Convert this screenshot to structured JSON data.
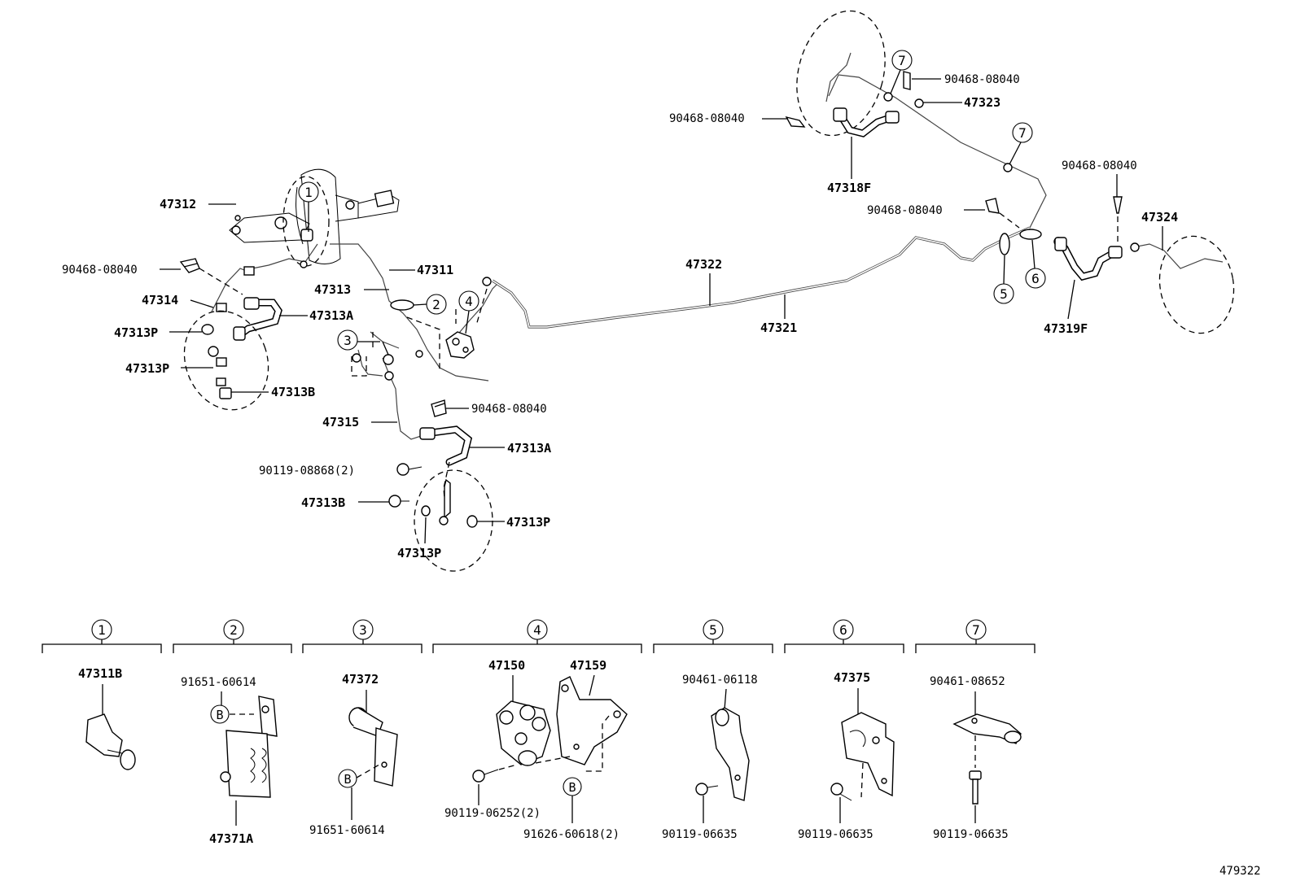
{
  "upper": {
    "p47312": "47312",
    "p47311": "47311",
    "p47313": "47313",
    "p47314": "47314",
    "p47313A_1": "47313A",
    "p47313P_1": "47313P",
    "p47313P_2": "47313P",
    "p47313B_1": "47313B",
    "p47315": "47315",
    "p47313A_2": "47313A",
    "p90119_08868": "90119-08868(2)",
    "p47313B_2": "47313B",
    "p47313P_3": "47313P",
    "p47313P_4": "47313P",
    "p47322": "47322",
    "p47321": "47321",
    "p47323": "47323",
    "p47318F": "47318F",
    "p47319F": "47319F",
    "p47324": "47324",
    "clip_left": "90468-08040",
    "clip_mid": "90468-08040",
    "clip_top_a": "90468-08040",
    "clip_top_b": "90468-08040",
    "clip_rear": "90468-08040",
    "clip_right": "90468-08040"
  },
  "callouts": {
    "c1": "1",
    "c2": "2",
    "c3": "3",
    "c4": "4",
    "c5": "5",
    "c6": "6",
    "c7a": "7",
    "c7b": "7"
  },
  "insets": [
    {
      "num": "1",
      "parts": [
        "47311B"
      ]
    },
    {
      "num": "2",
      "parts": [
        "91651-60614",
        "47371A"
      ],
      "ref": "B"
    },
    {
      "num": "3",
      "parts": [
        "47372",
        "91651-60614"
      ],
      "ref": "B"
    },
    {
      "num": "4",
      "parts": [
        "47150",
        "47159",
        "90119-06252(2)",
        "91626-60618(2)"
      ],
      "ref": "B"
    },
    {
      "num": "5",
      "parts": [
        "90461-06118",
        "90119-06635"
      ]
    },
    {
      "num": "6",
      "parts": [
        "47375",
        "90119-06635"
      ]
    },
    {
      "num": "7",
      "parts": [
        "90461-08652",
        "90119-06635"
      ]
    }
  ],
  "figure_id": "479322"
}
